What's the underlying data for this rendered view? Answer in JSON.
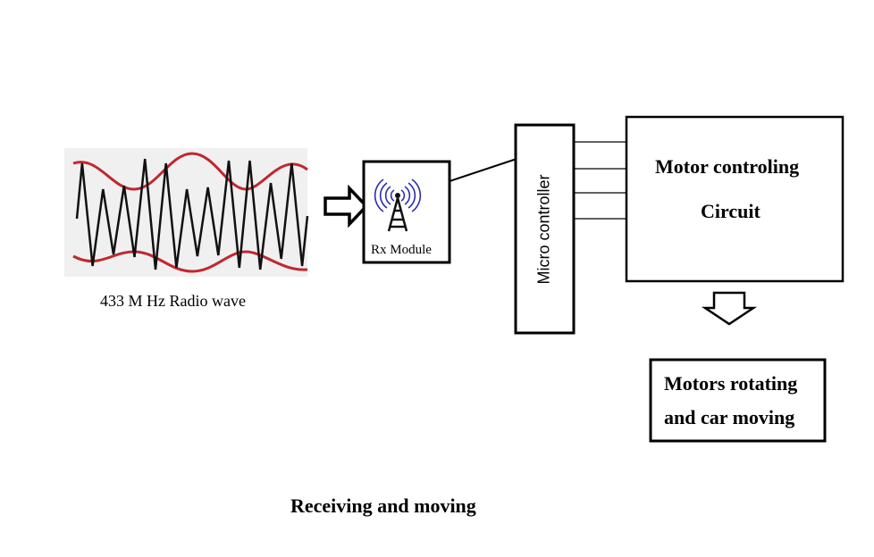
{
  "wave": {
    "label": "433 M Hz Radio wave"
  },
  "rx_module": {
    "label": "Rx Module"
  },
  "microcontroller": {
    "label": "Micro controller"
  },
  "motor_controller": {
    "line1": "Motor controling",
    "line2": "Circuit"
  },
  "motors": {
    "line1": "Motors rotating",
    "line2": "and car moving"
  },
  "caption": "Receiving and moving",
  "colors": {
    "envelope": "#c0282e",
    "antenna": "#2a2ab8",
    "stroke": "#000000"
  }
}
